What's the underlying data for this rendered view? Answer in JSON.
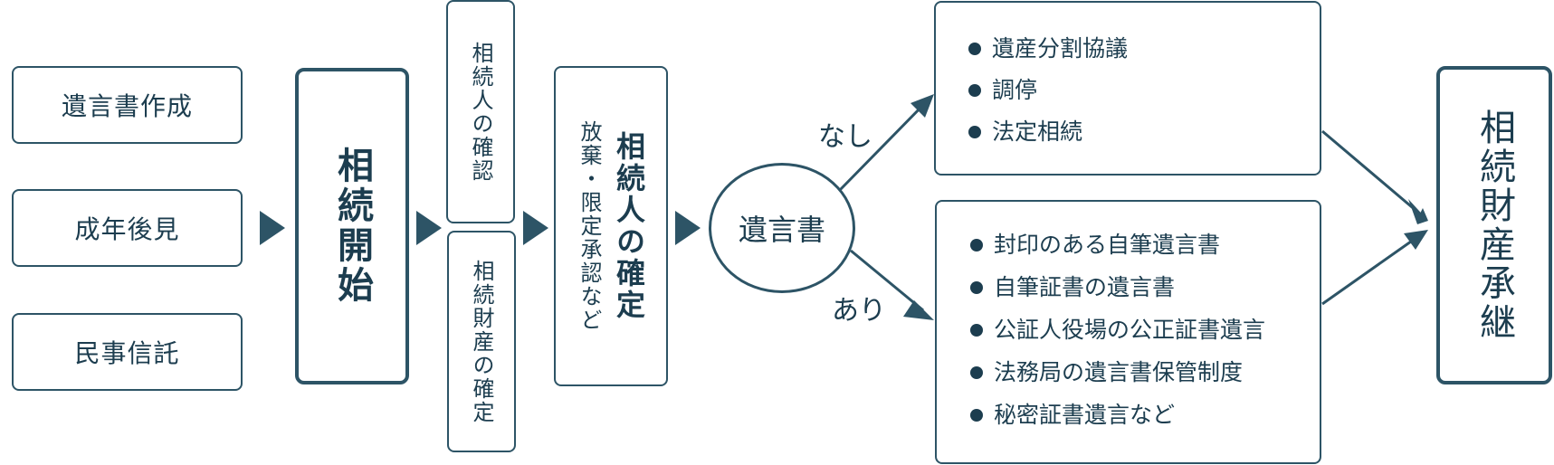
{
  "inputs": [
    "遺言書作成",
    "成年後見",
    "民事信託"
  ],
  "start": "相続開始",
  "confirm_top": "相続人の確認",
  "confirm_bottom": "相続財産の確定",
  "heir_confirm": "相続人の確定",
  "renounce": "放棄・限定承認など",
  "will": "遺言書",
  "branch_none": "なし",
  "branch_yes": "あり",
  "none_items": [
    "遺産分割協議",
    "調停",
    "法定相続"
  ],
  "yes_items": [
    "封印のある自筆遺言書",
    "自筆証書の遺言書",
    "公証人役場の公正証書遺言",
    "法務局の遺言書保管制度",
    "秘密証書遺言など"
  ],
  "end": "相続財産承継",
  "colors": {
    "line": "#2d5466",
    "text": "#1c3d4f"
  }
}
